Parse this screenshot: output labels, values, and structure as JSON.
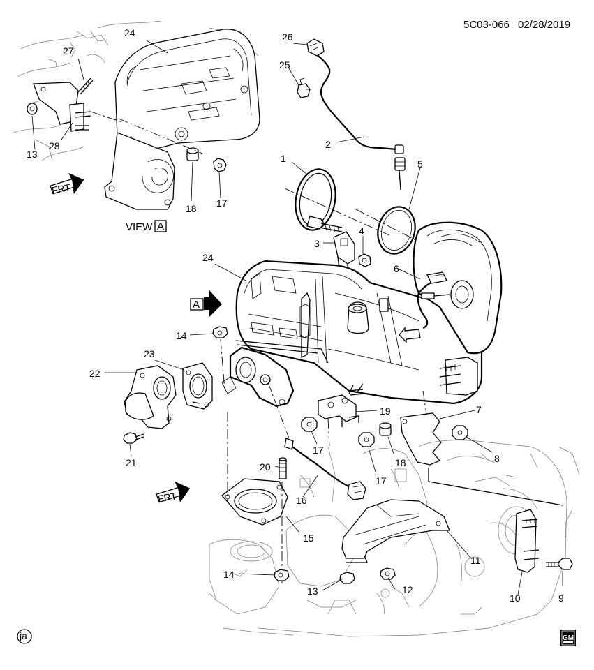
{
  "header": {
    "diagram_code": "5C03-066",
    "date": "02/28/2019"
  },
  "view_label": {
    "text": "VIEW",
    "letter": "A"
  },
  "view_arrow_letter": "A",
  "front_arrows": [
    "FRT",
    "FRT"
  ],
  "footer": {
    "corner_mark": "ja",
    "logo_text": "GM"
  },
  "callouts": [
    {
      "id": "c1",
      "text": "1"
    },
    {
      "id": "c2",
      "text": "2"
    },
    {
      "id": "c3",
      "text": "3"
    },
    {
      "id": "c4",
      "text": "4"
    },
    {
      "id": "c5",
      "text": "5"
    },
    {
      "id": "c6",
      "text": "6"
    },
    {
      "id": "c7",
      "text": "7"
    },
    {
      "id": "c8",
      "text": "8"
    },
    {
      "id": "c9",
      "text": "9"
    },
    {
      "id": "c10",
      "text": "10"
    },
    {
      "id": "c11",
      "text": "11"
    },
    {
      "id": "c12",
      "text": "12"
    },
    {
      "id": "c13a",
      "text": "13"
    },
    {
      "id": "c13b",
      "text": "13"
    },
    {
      "id": "c14a",
      "text": "14"
    },
    {
      "id": "c14b",
      "text": "14"
    },
    {
      "id": "c15",
      "text": "15"
    },
    {
      "id": "c16",
      "text": "16"
    },
    {
      "id": "c17a",
      "text": "17"
    },
    {
      "id": "c17b",
      "text": "17"
    },
    {
      "id": "c17c",
      "text": "17"
    },
    {
      "id": "c18a",
      "text": "18"
    },
    {
      "id": "c18b",
      "text": "18"
    },
    {
      "id": "c19",
      "text": "19"
    },
    {
      "id": "c20",
      "text": "20"
    },
    {
      "id": "c21",
      "text": "21"
    },
    {
      "id": "c22",
      "text": "22"
    },
    {
      "id": "c23",
      "text": "23"
    },
    {
      "id": "c24a",
      "text": "24"
    },
    {
      "id": "c24b",
      "text": "24"
    },
    {
      "id": "c25",
      "text": "25"
    },
    {
      "id": "c26",
      "text": "26"
    },
    {
      "id": "c27",
      "text": "27"
    },
    {
      "id": "c28",
      "text": "28"
    }
  ]
}
